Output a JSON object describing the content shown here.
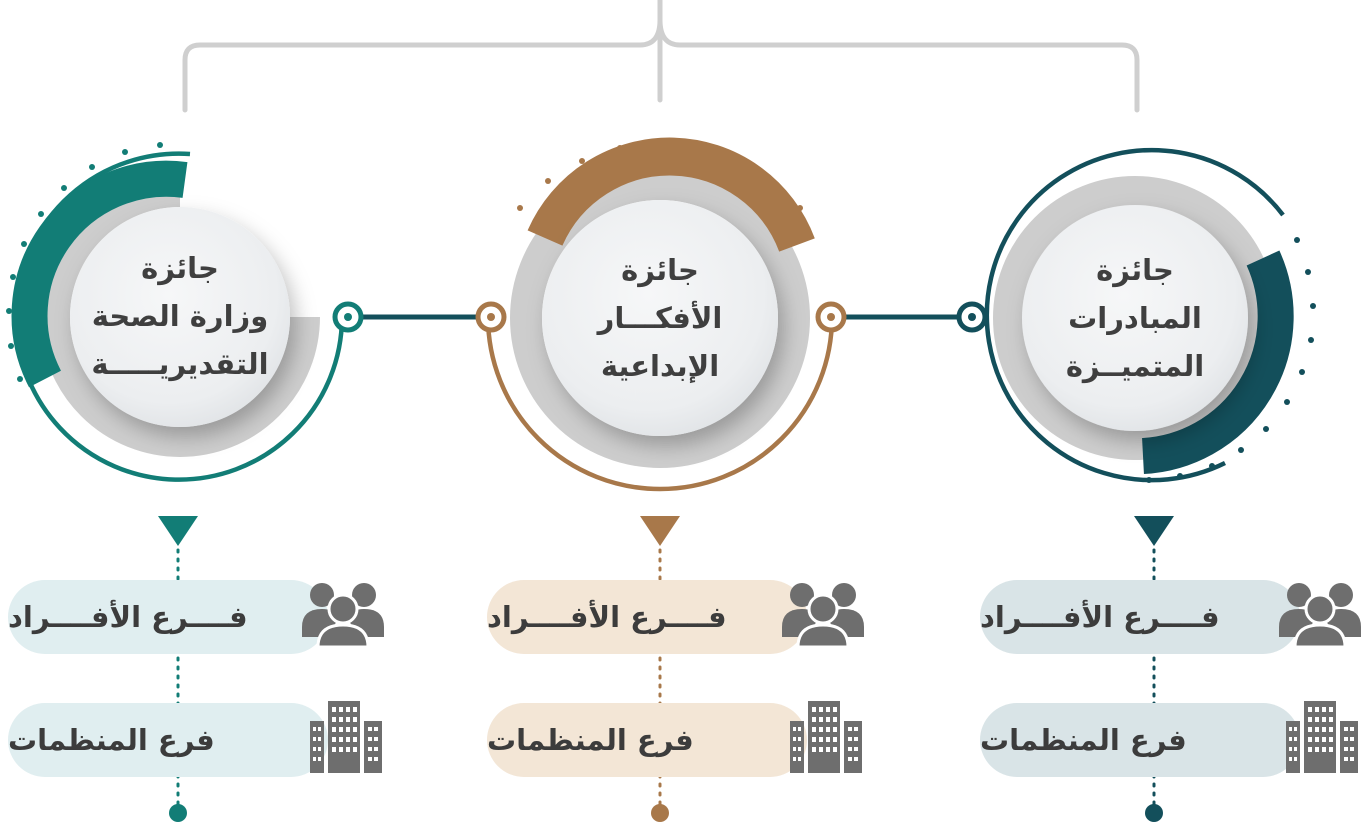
{
  "colors": {
    "teal": "#127d76",
    "brown": "#a8784a",
    "navy": "#134f5b",
    "ring_gray": "#cdcdcd",
    "bracket_gray": "#cfcfcf",
    "icon_gray": "#6e6e6e",
    "pill_teal": "#e0eef0",
    "pill_brown": "#f3e6d6",
    "pill_navy": "#d9e4e7"
  },
  "awards": [
    {
      "id": "health",
      "accent": "teal",
      "title_lines": [
        "جائزة",
        "وزارة الصحة",
        "التقديريـــــة"
      ],
      "branches": [
        {
          "label": "فــــرع الأفــــراد",
          "icon": "people-icon"
        },
        {
          "label": "فرع المنظمات",
          "icon": "building-icon"
        }
      ]
    },
    {
      "id": "ideas",
      "accent": "brown",
      "title_lines": [
        "جائزة",
        "الأفكـــار",
        "الإبداعية"
      ],
      "branches": [
        {
          "label": "فــــرع الأفــــراد",
          "icon": "people-icon"
        },
        {
          "label": "فرع المنظمات",
          "icon": "building-icon"
        }
      ]
    },
    {
      "id": "initiatives",
      "accent": "navy",
      "title_lines": [
        "جائزة",
        "المبادرات",
        "المتميــزة"
      ],
      "branches": [
        {
          "label": "فــــرع الأفــــراد",
          "icon": "people-icon"
        },
        {
          "label": "فرع المنظمات",
          "icon": "building-icon"
        }
      ]
    }
  ]
}
